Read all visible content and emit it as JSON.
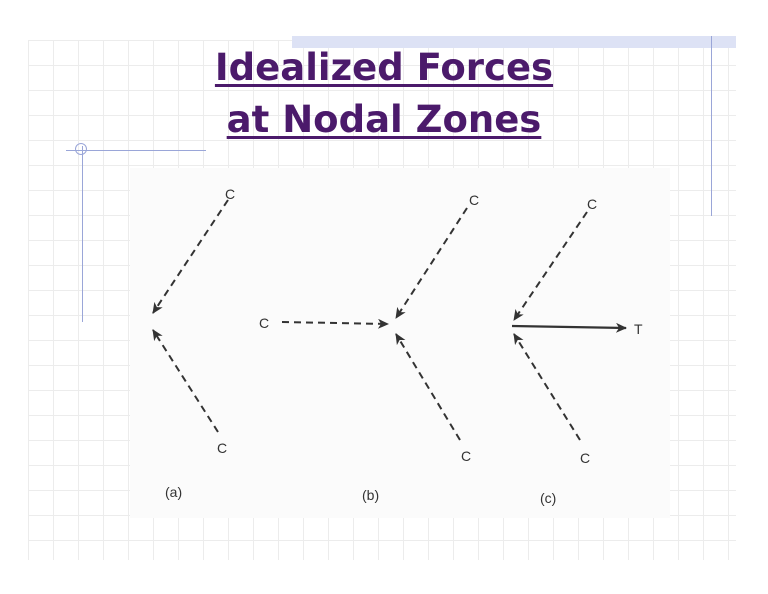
{
  "title": {
    "line1": "Idealized Forces",
    "line2": "at Nodal Zones"
  },
  "diagram": {
    "panels": [
      {
        "caption": "(a)",
        "forces": [
          {
            "label": "C",
            "type": "compression",
            "from": "upper-right"
          },
          {
            "label": "C",
            "type": "compression",
            "from": "lower-right"
          }
        ]
      },
      {
        "caption": "(b)",
        "forces": [
          {
            "label": "C",
            "type": "compression",
            "from": "left"
          },
          {
            "label": "C",
            "type": "compression",
            "from": "upper-right"
          },
          {
            "label": "C",
            "type": "compression",
            "from": "lower-right"
          }
        ]
      },
      {
        "caption": "(c)",
        "forces": [
          {
            "label": "C",
            "type": "compression",
            "from": "upper-right"
          },
          {
            "label": "C",
            "type": "compression",
            "from": "lower-right"
          },
          {
            "label": "T",
            "type": "tension",
            "to": "right"
          }
        ]
      }
    ]
  },
  "colors": {
    "title": "#4b1a6b",
    "accent_lines": "#9aa6d8",
    "ink": "#333333"
  }
}
